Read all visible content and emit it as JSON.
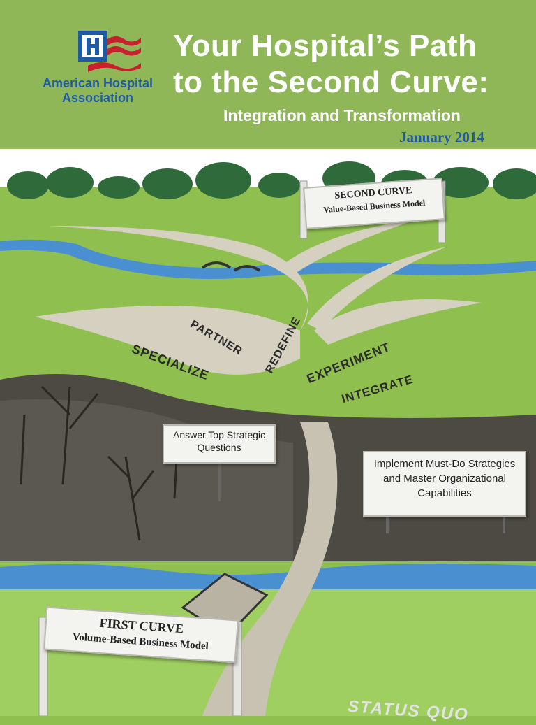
{
  "header": {
    "org_name": "American Hospital Association",
    "title_line1": "Your Hospital’s Path",
    "title_line2": "to the Second Curve:",
    "subtitle": "Integration and Transformation",
    "date": "January 2014"
  },
  "colors": {
    "header_green": "#8fb758",
    "aha_blue": "#1f5aa6",
    "aha_red": "#c8202f",
    "river_blue": "#4a90d0"
  },
  "scene": {
    "second_curve_sign": {
      "title": "SECOND CURVE",
      "subtitle": "Value-Based Business Model"
    },
    "first_curve_sign": {
      "title": "FIRST CURVE",
      "subtitle": "Volume-Based Business Model"
    },
    "path_labels": [
      "SPECIALIZE",
      "PARTNER",
      "REDEFINE",
      "EXPERIMENT",
      "INTEGRATE"
    ],
    "sign_questions": "Answer Top Strategic Questions",
    "sign_strategies": "Implement Must-Do Strategies and Master Organizational Capabilities",
    "status_quo": "STATUS QUO"
  }
}
